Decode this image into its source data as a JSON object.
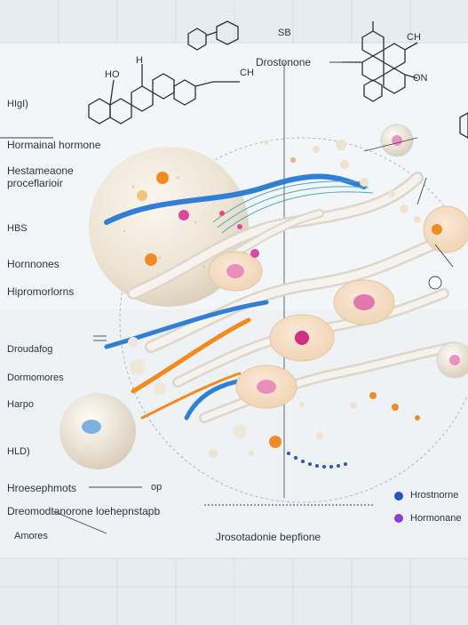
{
  "labels": {
    "top_center": "Drostonone",
    "top_small": "SB",
    "ch_right": "CH",
    "on_right": "ON",
    "ho_left": "HO",
    "ch_mid": "CH",
    "h_left": "H",
    "left_1": "HIgI)",
    "left_2": "Hormainal hormone",
    "left_3a": "Hestameaone",
    "left_3b": "proceflarioir",
    "left_4": "HBS",
    "left_5": "Hornnones",
    "left_6": "Hipromorlorns",
    "left_7": "Droudafog",
    "left_8": "Dormomores",
    "left_9": "Harpo",
    "left_10": "HLD)",
    "left_11": "Hroesephmots",
    "left_11_suffix": "op",
    "left_12": "Dreomodtanorone loehepnstapb",
    "left_13": "Amores",
    "bottom_center": "Jrosotadonie bepfione",
    "legend_1": "Hrostnorne",
    "legend_2": "Hormonane"
  },
  "colors": {
    "background": "#e9eef2",
    "panel": "#f3f6f8",
    "fiber": "#ebe7df",
    "blue_fiber": "#2f7fd6",
    "orange_fiber": "#f28a1e",
    "bead_orange": "#f08a24",
    "bead_pink": "#d84aa0",
    "text": "#2a3340",
    "legend_blue": "#2a52c9",
    "legend_purple": "#8a3fd0"
  }
}
